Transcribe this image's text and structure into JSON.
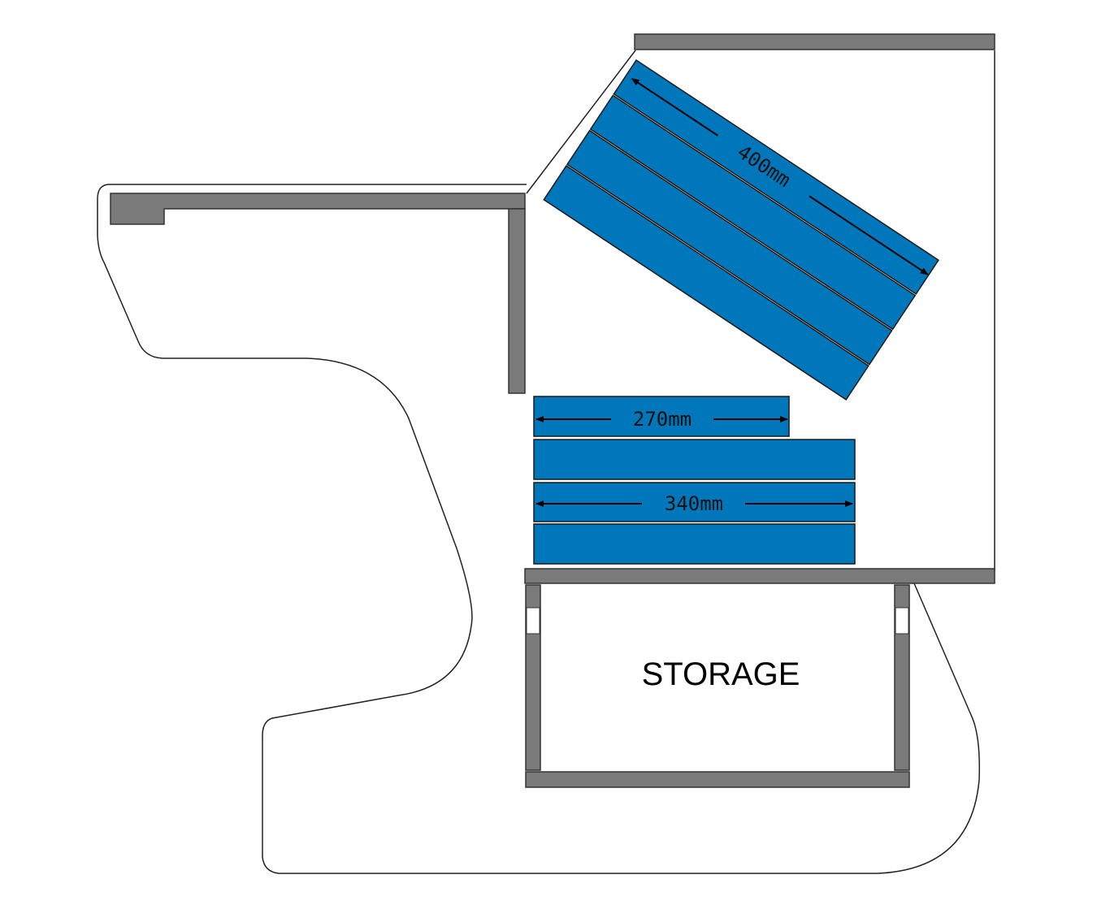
{
  "diagram": {
    "dimensions": {
      "tilted_stack_length": "400mm",
      "short_board_length": "270mm",
      "long_board_length": "340mm"
    },
    "storage_label": "STORAGE",
    "colors": {
      "board_fill": "#0077BB",
      "wall_fill": "#7A7A7A",
      "outline": "#222222",
      "background": "#FFFFFF"
    }
  }
}
